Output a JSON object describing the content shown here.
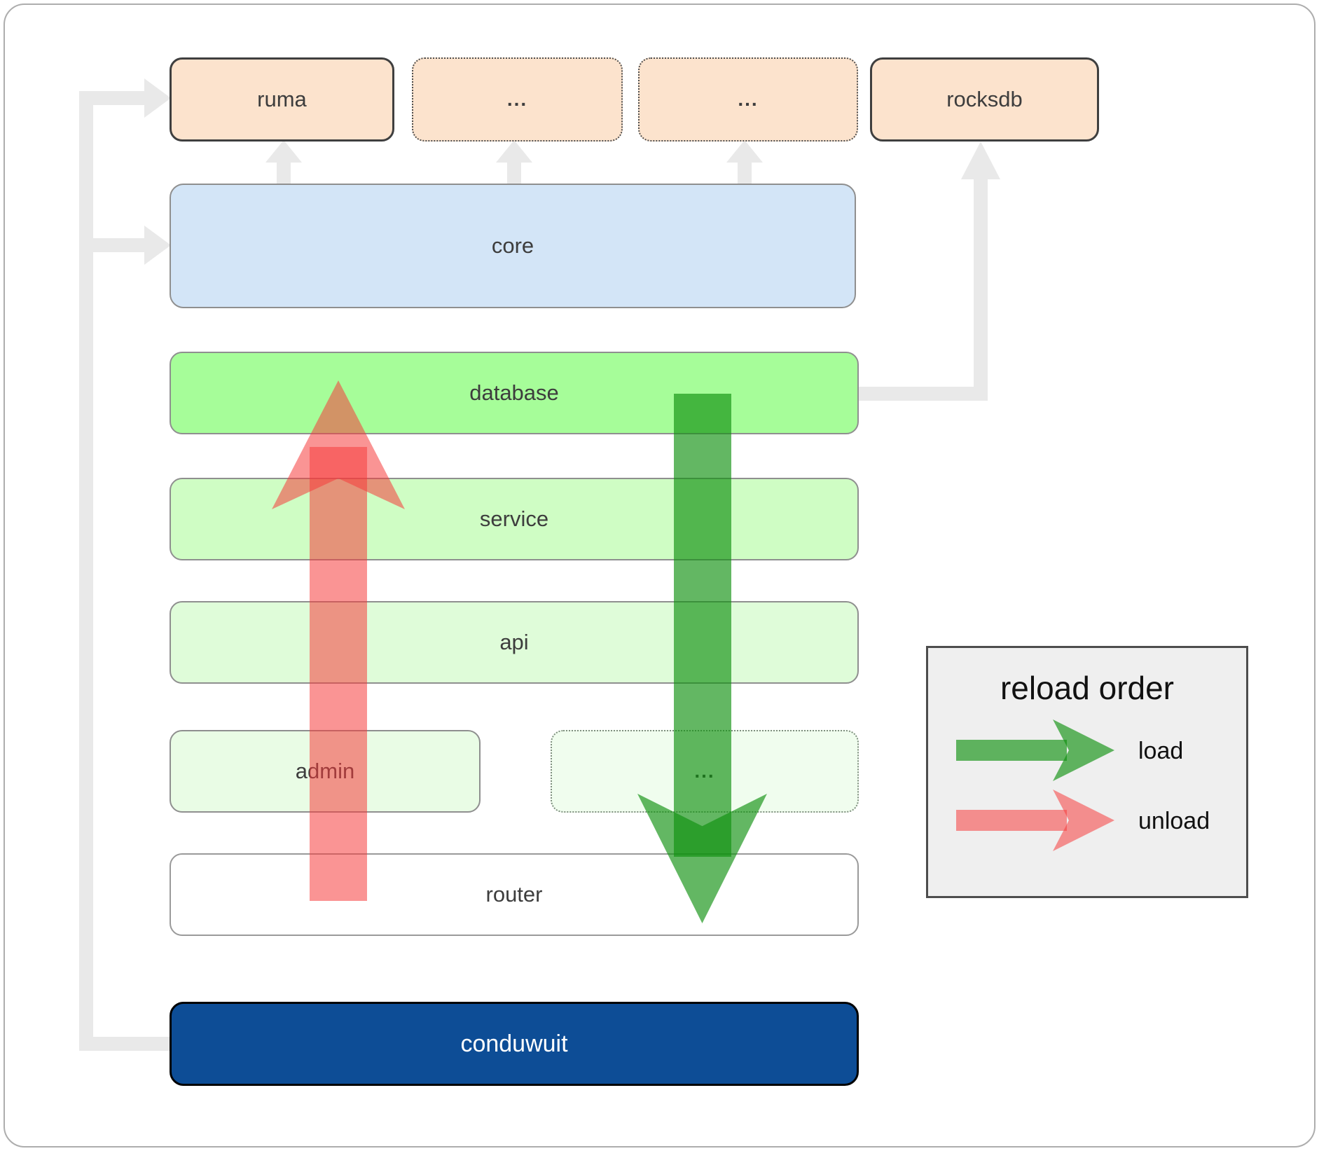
{
  "boxes": {
    "ruma": {
      "label": "ruma"
    },
    "dots_top_1": {
      "label": "..."
    },
    "dots_top_2": {
      "label": "..."
    },
    "rocksdb": {
      "label": "rocksdb"
    },
    "core": {
      "label": "core"
    },
    "database": {
      "label": "database"
    },
    "service": {
      "label": "service"
    },
    "api": {
      "label": "api"
    },
    "admin": {
      "label": "admin"
    },
    "dots_admin": {
      "label": "..."
    },
    "router": {
      "label": "router"
    },
    "conduwuit": {
      "label": "conduwuit"
    }
  },
  "legend": {
    "title": "reload order",
    "load_label": "load",
    "unload_label": "unload"
  },
  "colors": {
    "load_arrow_green": "#109010",
    "unload_arrow_red": "#f63c3c",
    "connector_gray": "#e9e9e9",
    "top_row_peach": "#fce3cd",
    "core_blue": "#d3e5f7",
    "database_green": "#a6fd99",
    "service_green": "#cffdc4",
    "api_green": "#dffcd9",
    "admin_green": "#e9fce5",
    "dots_row_green": "#f0fdee",
    "router_white": "#ffffff",
    "conduwuit_navy": "#0d4d96",
    "legend_bg": "#efefef"
  }
}
